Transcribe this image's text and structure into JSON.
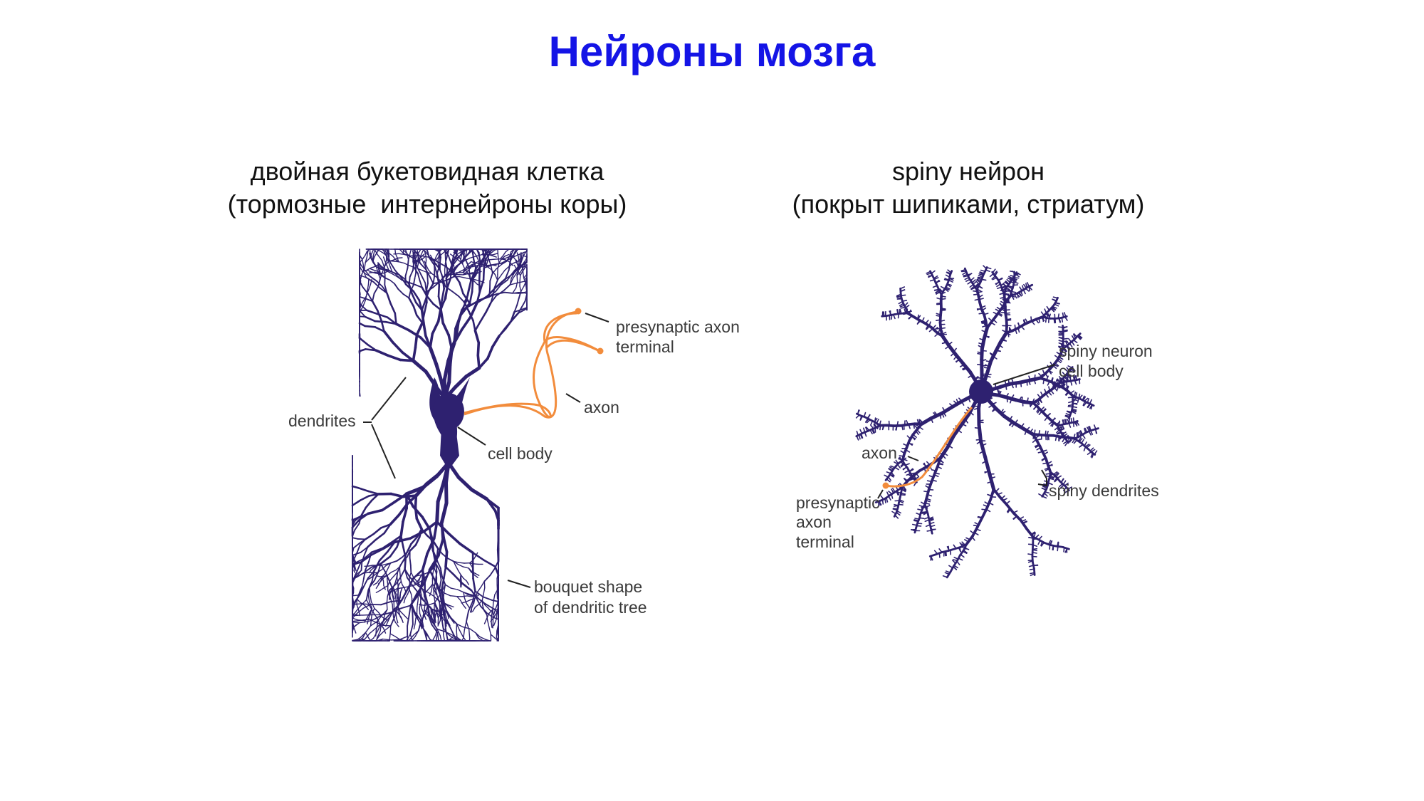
{
  "title": "Нейроны мозга",
  "left_panel": {
    "caption_line1": "двойная букетовидная клетка",
    "caption_line2": "(тормозные  интернейроны коры)",
    "labels": {
      "presynaptic_line1": "presynaptic axon",
      "presynaptic_line2": "terminal",
      "axon": "axon",
      "dendrites": "dendrites",
      "cell_body": "cell body",
      "bouquet_line1": "bouquet shape",
      "bouquet_line2": "of dendritic tree"
    }
  },
  "right_panel": {
    "caption_line1": "spiny нейрон",
    "caption_line2": "(покрыт шипиками, стриатум)",
    "labels": {
      "cellbody_line1": "spiny neuron",
      "cellbody_line2": "cell body",
      "axon": "axon",
      "spiny_dendrites": "spiny dendrites",
      "presynaptic_line1": "presynaptic",
      "presynaptic_line2": "axon",
      "presynaptic_line3": "terminal"
    }
  },
  "colors": {
    "title": "#1414e6",
    "neuron": "#2e2170",
    "axon": "#f28c3c",
    "label_text": "#3a3a3a",
    "leader_line": "#222222"
  }
}
